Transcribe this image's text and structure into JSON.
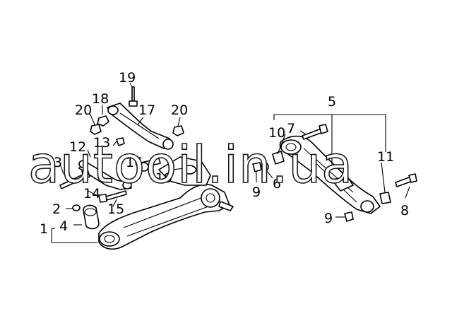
{
  "diagram": {
    "callouts": {
      "c1": "1",
      "c2": "2",
      "c3": "3",
      "c4": "4",
      "c5": "5",
      "c6": "6",
      "c7": "7",
      "c8": "8",
      "c9a": "9",
      "c9b": "9",
      "c10": "10",
      "c11": "11",
      "c12": "12",
      "c13": "13",
      "c14": "14",
      "c15": "15",
      "c16": "16",
      "c17": "17",
      "c18": "18",
      "c19a": "19",
      "c19b": "19",
      "c20a": "20",
      "c20b": "20"
    },
    "watermark": "autooil.in.ua"
  }
}
